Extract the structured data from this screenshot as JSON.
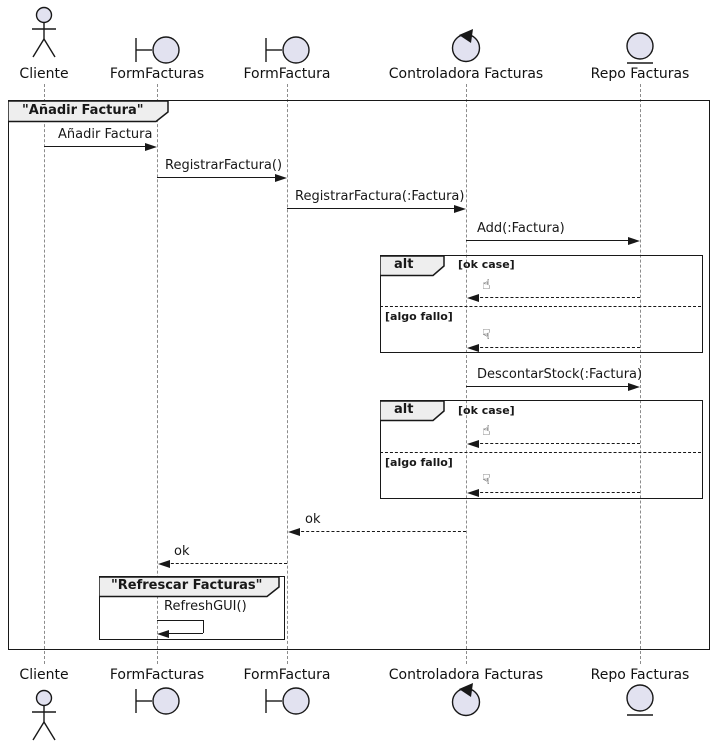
{
  "diagram_type": "uml-sequence-diagram",
  "colors": {
    "line": "#181818",
    "lifeline": "#8c8c8c",
    "participant_fill": "#E2E2F0",
    "frame_label_bg": "#EEEEEE",
    "background": "#FFFFFF"
  },
  "participants": [
    {
      "name": "Cliente",
      "type": "actor",
      "icon": "actor-icon"
    },
    {
      "name": "FormFacturas",
      "type": "boundary",
      "icon": "boundary-icon"
    },
    {
      "name": "FormFactura",
      "type": "boundary",
      "icon": "boundary-icon"
    },
    {
      "name": "Controladora Facturas",
      "type": "control",
      "icon": "control-icon"
    },
    {
      "name": "Repo Facturas",
      "type": "entity",
      "icon": "entity-icon"
    }
  ],
  "frames": {
    "main": {
      "title": "\"Añadir Factura\""
    },
    "alt_add": {
      "operator": "alt",
      "guard_ok": "[ok case]",
      "guard_fail": "[algo fallo]"
    },
    "alt_stock": {
      "operator": "alt",
      "guard_ok": "[ok case]",
      "guard_fail": "[algo fallo]"
    },
    "refresh": {
      "title": "\"Refrescar Facturas\""
    }
  },
  "messages": {
    "anadir_factura": "Añadir Factura",
    "registrar_factura": "RegistrarFactura()",
    "registrar_factura_arg": "RegistrarFactura(:Factura)",
    "add_factura": "Add(:Factura)",
    "descontar_stock": "DescontarStock(:Factura)",
    "ok_to_formfactura": "ok",
    "ok_to_formfacturas": "ok",
    "refresh_gui": "RefreshGUI()"
  },
  "icons": {
    "thumbs_up": "☝",
    "thumbs_down": "☟"
  }
}
